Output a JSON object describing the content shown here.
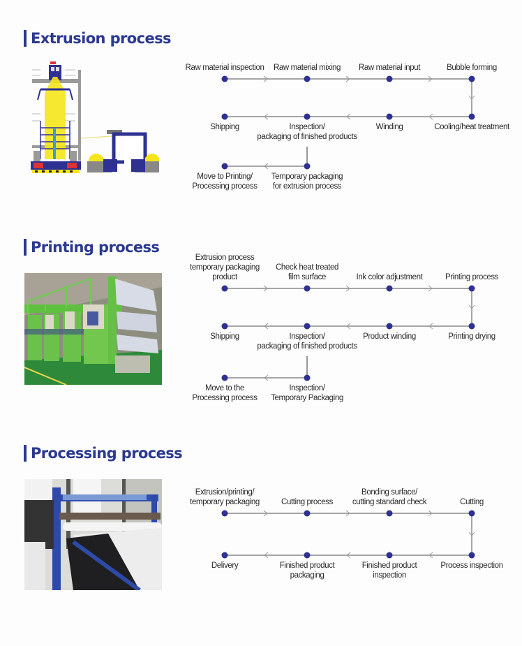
{
  "colors": {
    "accent": "#2b3990",
    "node": "#2e3192",
    "line": "#8a8a8a"
  },
  "sections": [
    {
      "title": "Extrusion process",
      "image": "extrusion-machine-illustration",
      "rows": [
        {
          "direction": "right",
          "labels_position": "above",
          "nodes": [
            "Raw material inspection",
            "Raw material mixing",
            "Raw material input",
            "Bubble forming"
          ]
        },
        {
          "direction": "left",
          "labels_position": "below",
          "nodes": [
            "Shipping",
            "Inspection/\npackaging of finished products",
            "Winding",
            "Cooling/heat treatment"
          ]
        },
        {
          "direction": "left",
          "labels_position": "below",
          "nodes": [
            "Move to Printing/\nProcessing process",
            "Temporary packaging\nfor extrusion process"
          ]
        }
      ]
    },
    {
      "title": "Printing process",
      "image": "printing-press-photo",
      "rows": [
        {
          "direction": "right",
          "labels_position": "above",
          "nodes": [
            "Extrusion process\ntemporary packaging\nproduct",
            "Check heat treated\nfilm surface",
            "Ink color adjustment",
            "Printing process"
          ]
        },
        {
          "direction": "left",
          "labels_position": "below",
          "nodes": [
            "Shipping",
            "Inspection/\npackaging of finished products",
            "Product winding",
            "Printing drying"
          ]
        },
        {
          "direction": "left",
          "labels_position": "below",
          "nodes": [
            "Move to the\nProcessing process",
            "Inspection/\nTemporary Packaging"
          ]
        }
      ]
    },
    {
      "title": "Processing process",
      "image": "cutting-machine-photo",
      "rows": [
        {
          "direction": "right",
          "labels_position": "above",
          "nodes": [
            "Extrusion/printing/\ntemporary packaging",
            "Cutting process",
            "Bonding surface/\ncutting standard check",
            "Cutting"
          ]
        },
        {
          "direction": "left",
          "labels_position": "below",
          "nodes": [
            "Delivery",
            "Finished product\npackaging",
            "Finished product\ninspection",
            "Process inspection"
          ]
        }
      ]
    }
  ]
}
